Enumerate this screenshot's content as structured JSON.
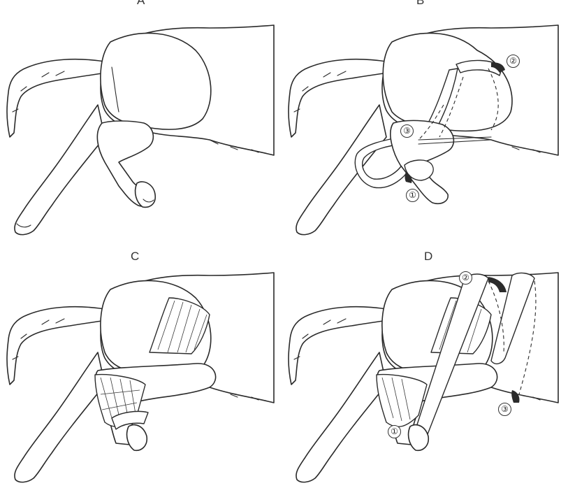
{
  "panels": [
    {
      "letter": "A",
      "markers": []
    },
    {
      "letter": "B",
      "markers": [
        "②",
        "③",
        "①"
      ]
    },
    {
      "letter": "C",
      "markers": []
    },
    {
      "letter": "D",
      "markers": [
        "②",
        "①",
        "③"
      ]
    }
  ]
}
